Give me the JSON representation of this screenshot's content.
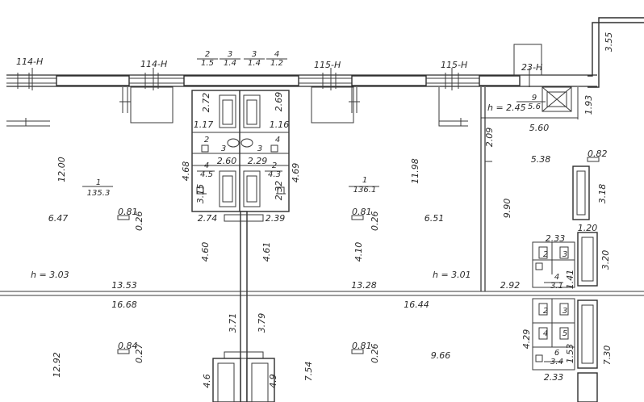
{
  "axis_marks": [
    "114-Н",
    "114-Н",
    "115-Н",
    "115-Н",
    "23-Н"
  ],
  "room_marks": [
    {
      "num": "1",
      "area": "135.3"
    },
    {
      "num": "1",
      "area": "136.1"
    },
    {
      "num": "2",
      "area": "1.5"
    },
    {
      "num": "3",
      "area": "1.4"
    },
    {
      "num": "3",
      "area": "1.4"
    },
    {
      "num": "4",
      "area": "1.2"
    },
    {
      "num": "4",
      "area": "4.5"
    },
    {
      "num": "2",
      "area": "4.3"
    },
    {
      "num": "9",
      "area": "5.6"
    },
    {
      "num": "4",
      "area": "3.1"
    },
    {
      "num": "6",
      "area": "3.4"
    }
  ],
  "heights": [
    "h = 3.03",
    "h = 3.01",
    "h = 2.45"
  ],
  "dimensions": [
    "3.55",
    "1.93",
    "2.72",
    "2.69",
    "1.17",
    "1.16",
    "2.60",
    "2.29",
    "4.68",
    "4.69",
    "3.15",
    "2.32",
    "2.74",
    "2.39",
    "12.00",
    "11.98",
    "6.47",
    "6.51",
    "4.60",
    "4.61",
    "4.10",
    "13.53",
    "13.28",
    "16.68",
    "16.44",
    "3.71",
    "3.79",
    "12.92",
    "9.66",
    "7.54",
    "4.6",
    "4.9",
    "5.60",
    "5.38",
    "2.09",
    "9.90",
    "3.18",
    "1.20",
    "2.33",
    "3.20",
    "1.41",
    "2.92",
    "4.29",
    "1.53",
    "7.30",
    "2.33"
  ],
  "openings": [
    {
      "w": "0.81",
      "h": "0.26"
    },
    {
      "w": "0.81",
      "h": "0.26"
    },
    {
      "w": "0.84",
      "h": "0.27"
    },
    {
      "w": "0.81",
      "h": "0.26"
    },
    {
      "w": "0.82",
      "h": ""
    }
  ],
  "small_marks": [
    "2",
    "3",
    "3",
    "4",
    "3",
    "2",
    "3",
    "5",
    "2",
    "4"
  ]
}
